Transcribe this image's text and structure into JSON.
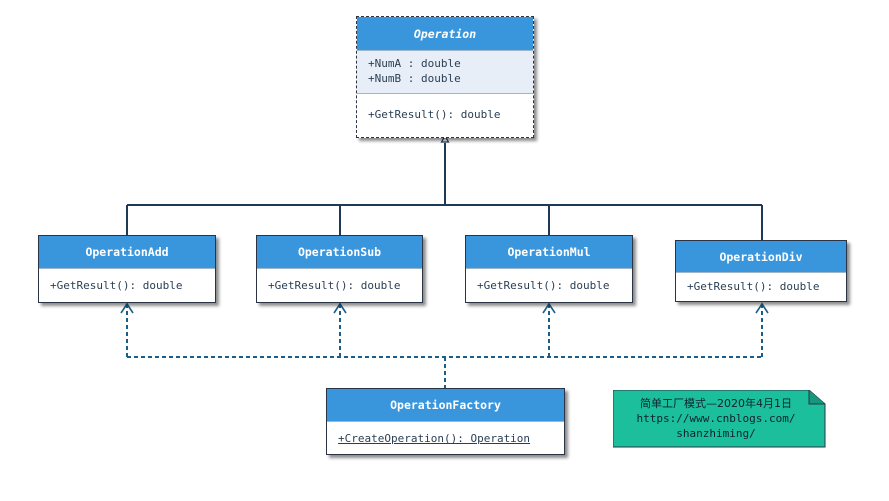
{
  "colors": {
    "header_fill": "#3a96dc",
    "attr_fill": "#e7eef7",
    "border": "#2a3444",
    "line": "#1e3a56",
    "dashed_line": "#1a5f8a",
    "note_fill": "#1bbf9c"
  },
  "operation": {
    "name": "Operation",
    "attrs": [
      "+NumA : double",
      "+NumB : double"
    ],
    "methods": [
      "+GetResult(): double"
    ]
  },
  "subclasses": [
    {
      "name": "OperationAdd",
      "method": "+GetResult(): double"
    },
    {
      "name": "OperationSub",
      "method": "+GetResult(): double"
    },
    {
      "name": "OperationMul",
      "method": "+GetResult(): double"
    },
    {
      "name": "OperationDiv",
      "method": "+GetResult(): double"
    }
  ],
  "factory": {
    "name": "OperationFactory",
    "method": "+CreateOperation(): Operation"
  },
  "note": {
    "lines": [
      "简单工厂模式—2020年4月1日",
      "https://www.cnblogs.com/",
      "shanzhiming/"
    ]
  }
}
